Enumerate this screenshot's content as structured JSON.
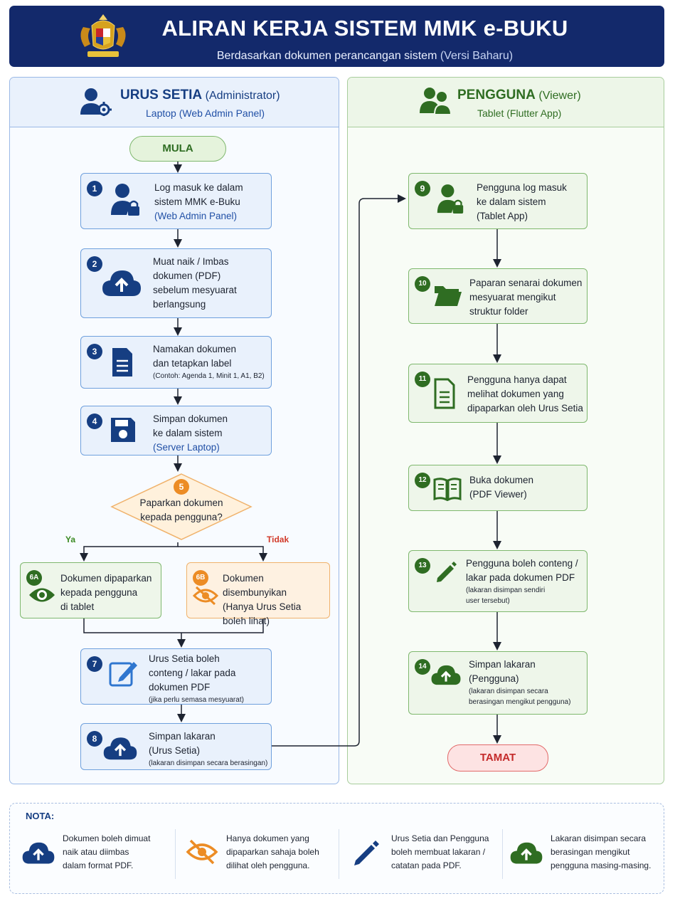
{
  "header": {
    "title": "ALIRAN KERJA SISTEM MMK e-BUKU",
    "subtitle_main": "Berdasarkan dokumen perancangan sistem",
    "subtitle_soft": "(Versi Baharu)"
  },
  "lanes": {
    "admin": {
      "title": "URUS SETIA",
      "role": "(Administrator)",
      "subtitle": "Laptop (Web Admin Panel)",
      "icon": "user-gear-icon",
      "color": "#163e82"
    },
    "user": {
      "title": "PENGGUNA",
      "role": "(Viewer)",
      "subtitle": "Tablet (Flutter App)",
      "icon": "users-icon",
      "color": "#2f6d22"
    }
  },
  "start_label": "MULA",
  "end_label": "TAMAT",
  "steps": {
    "s1": {
      "num": "1",
      "icon": "user-lock-icon",
      "lines": [
        "Log masuk ke dalam",
        "sistem MMK e-Buku"
      ],
      "accent": "(Web Admin Panel)"
    },
    "s2": {
      "num": "2",
      "icon": "cloud-upload-icon",
      "lines": [
        "Muat naik / Imbas",
        "dokumen (PDF)",
        "sebelum mesyuarat",
        "berlangsung"
      ]
    },
    "s3": {
      "num": "3",
      "icon": "document-icon",
      "lines": [
        "Namakan dokumen",
        "dan tetapkan label"
      ],
      "note": "(Contoh: Agenda 1, Minit 1, A1, B2)"
    },
    "s4": {
      "num": "4",
      "icon": "save-icon",
      "lines": [
        "Simpan dokumen",
        "ke dalam sistem"
      ],
      "accent": "(Server Laptop)"
    },
    "s5": {
      "num": "5",
      "lines": [
        "Paparkan dokumen",
        "kepada pengguna?"
      ]
    },
    "yes_label": "Ya",
    "no_label": "Tidak",
    "s6a": {
      "num": "6A",
      "icon": "eye-icon",
      "lines": [
        "Dokumen dipaparkan",
        "kepada pengguna",
        "di tablet"
      ]
    },
    "s6b": {
      "num": "6B",
      "icon": "eye-slash-icon",
      "lines": [
        "Dokumen disembunyikan",
        "(Hanya Urus Setia",
        "boleh lihat)"
      ]
    },
    "s7": {
      "num": "7",
      "icon": "edit-icon",
      "lines": [
        "Urus Setia boleh",
        "conteng / lakar pada",
        "dokumen PDF"
      ],
      "note": "(jika perlu semasa mesyuarat)"
    },
    "s8": {
      "num": "8",
      "icon": "cloud-upload-icon",
      "lines": [
        "Simpan lakaran",
        "(Urus Setia)"
      ],
      "note": "(lakaran disimpan secara berasingan)"
    },
    "s9": {
      "num": "9",
      "icon": "user-lock-icon",
      "lines": [
        "Pengguna log masuk",
        "ke dalam sistem",
        "(Tablet App)"
      ]
    },
    "s10": {
      "num": "10",
      "icon": "folder-icon",
      "lines": [
        "Paparan senarai dokumen",
        "mesyuarat mengikut",
        "struktur folder"
      ]
    },
    "s11": {
      "num": "11",
      "icon": "document-icon",
      "lines": [
        "Pengguna hanya dapat",
        "melihat dokumen yang",
        "dipaparkan oleh Urus Setia"
      ]
    },
    "s12": {
      "num": "12",
      "icon": "book-icon",
      "lines": [
        "Buka dokumen",
        "(PDF Viewer)"
      ]
    },
    "s13": {
      "num": "13",
      "icon": "pencil-icon",
      "lines": [
        "Pengguna boleh conteng /",
        "lakar pada dokumen PDF"
      ],
      "note_lines": [
        "(lakaran disimpan sendiri",
        "user tersebut)"
      ]
    },
    "s14": {
      "num": "14",
      "icon": "cloud-upload-icon",
      "lines": [
        "Simpan lakaran",
        "(Pengguna)"
      ],
      "note_lines": [
        "(lakaran disimpan secara",
        "berasingan mengikut pengguna)"
      ]
    }
  },
  "nota": {
    "title": "NOTA:",
    "items": [
      {
        "icon": "cloud-upload-icon",
        "lines": [
          "Dokumen boleh dimuat",
          "naik atau diimbas",
          "dalam format PDF."
        ]
      },
      {
        "icon": "eye-slash-icon",
        "lines": [
          "Hanya dokumen yang",
          "dipaparkan sahaja boleh",
          "dilihat oleh pengguna."
        ]
      },
      {
        "icon": "pencil-icon",
        "lines": [
          "Urus Setia dan Pengguna",
          "boleh membuat lakaran /",
          "catatan pada PDF."
        ]
      },
      {
        "icon": "cloud-upload-icon",
        "lines": [
          "Lakaran disimpan secara",
          "berasingan mengikut",
          "pengguna masing-masing."
        ]
      }
    ]
  },
  "colors": {
    "navy": "#13296b",
    "blue": "#163e82",
    "green": "#2f6d22",
    "orange": "#ec8c25",
    "red": "#c42a2a"
  }
}
